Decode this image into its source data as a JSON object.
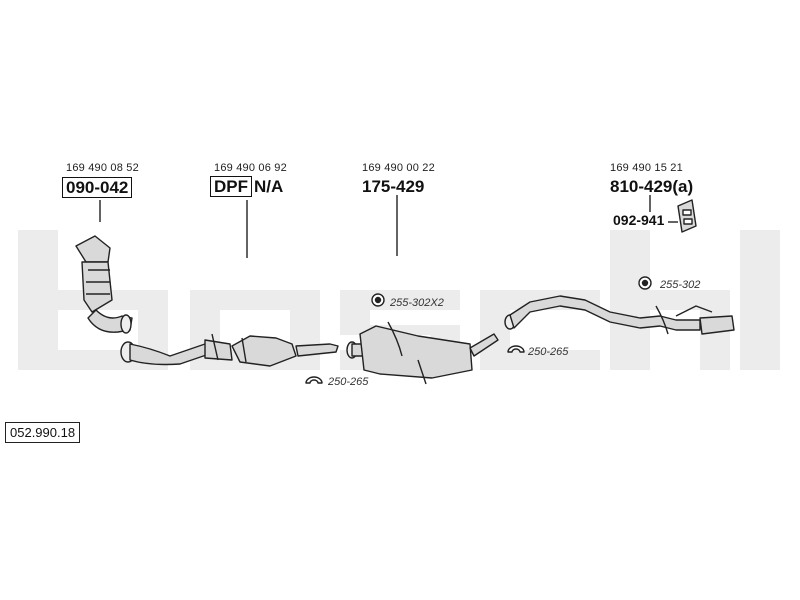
{
  "diagram_ref": "052.990.18",
  "parts": [
    {
      "oe_number": "169 490 08 52",
      "part_number": "090-042"
    },
    {
      "oe_number": "169 490 06 92",
      "part_number": "DPF",
      "note": "N/A"
    },
    {
      "oe_number": "169 490 00 22",
      "part_number": "175-429"
    },
    {
      "oe_number": "169 490 15 21",
      "part_number": "810-429(a)",
      "sub_part": "092-941"
    }
  ],
  "clamps": [
    {
      "label": "255-302X2"
    },
    {
      "label": "250-265"
    },
    {
      "label": "250-265"
    },
    {
      "label": "255-302"
    }
  ],
  "colors": {
    "watermark": "#ececec",
    "line": "#222222",
    "part_fill": "#d9d9d9"
  }
}
